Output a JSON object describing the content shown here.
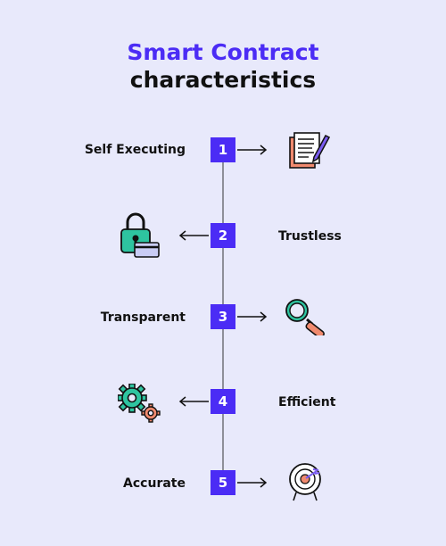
{
  "title": {
    "line1": "Smart Contract",
    "line2": "characteristics"
  },
  "colors": {
    "background": "#e8e9fb",
    "accent": "#4b2cf5",
    "line": "#8e8f99",
    "teal": "#2ec4a0",
    "coral": "#f08a6e"
  },
  "steps": [
    {
      "number": "1",
      "label": "Self Executing",
      "label_side": "left",
      "icon": "documents-pen-icon"
    },
    {
      "number": "2",
      "label": "Trustless",
      "label_side": "right",
      "icon": "padlock-card-icon"
    },
    {
      "number": "3",
      "label": "Transparent",
      "label_side": "left",
      "icon": "magnifier-icon"
    },
    {
      "number": "4",
      "label": "Efficient",
      "label_side": "right",
      "icon": "gears-icon"
    },
    {
      "number": "5",
      "label": "Accurate",
      "label_side": "left",
      "icon": "target-icon"
    }
  ]
}
